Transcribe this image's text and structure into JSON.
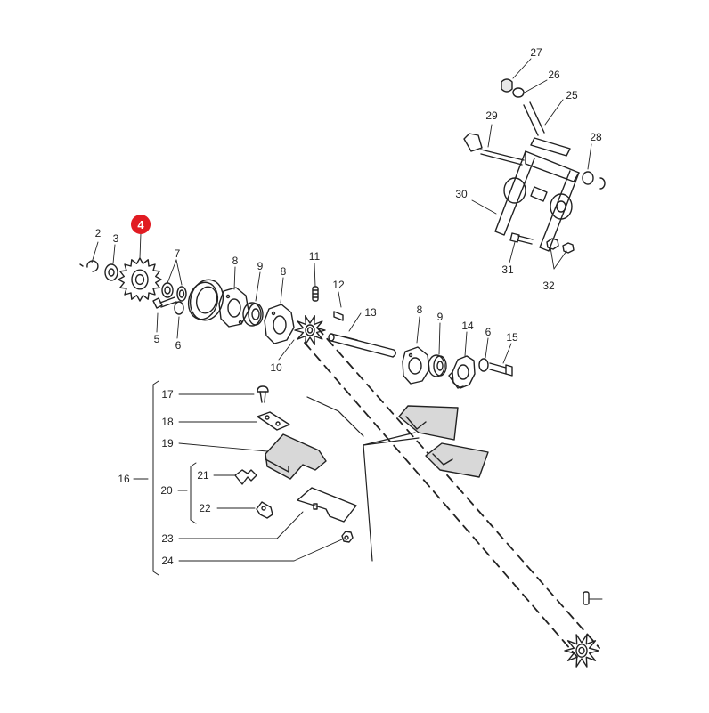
{
  "diagram": {
    "highlight_color": "#e11b22",
    "highlighted_part": "4",
    "labels": {
      "p2": "2",
      "p3": "3",
      "p4": "4",
      "p5": "5",
      "p6a": "6",
      "p6b": "6",
      "p7": "7",
      "p8a": "8",
      "p8b": "8",
      "p8c": "8",
      "p9a": "9",
      "p9b": "9",
      "p10": "10",
      "p11": "11",
      "p12": "12",
      "p13": "13",
      "p14": "14",
      "p15": "15",
      "p16": "16",
      "p17": "17",
      "p18": "18",
      "p19": "19",
      "p20": "20",
      "p21": "21",
      "p22": "22",
      "p23": "23",
      "p24": "24",
      "p25": "25",
      "p26": "26",
      "p27": "27",
      "p28": "28",
      "p29": "29",
      "p30": "30",
      "p31": "31",
      "p32": "32"
    }
  }
}
